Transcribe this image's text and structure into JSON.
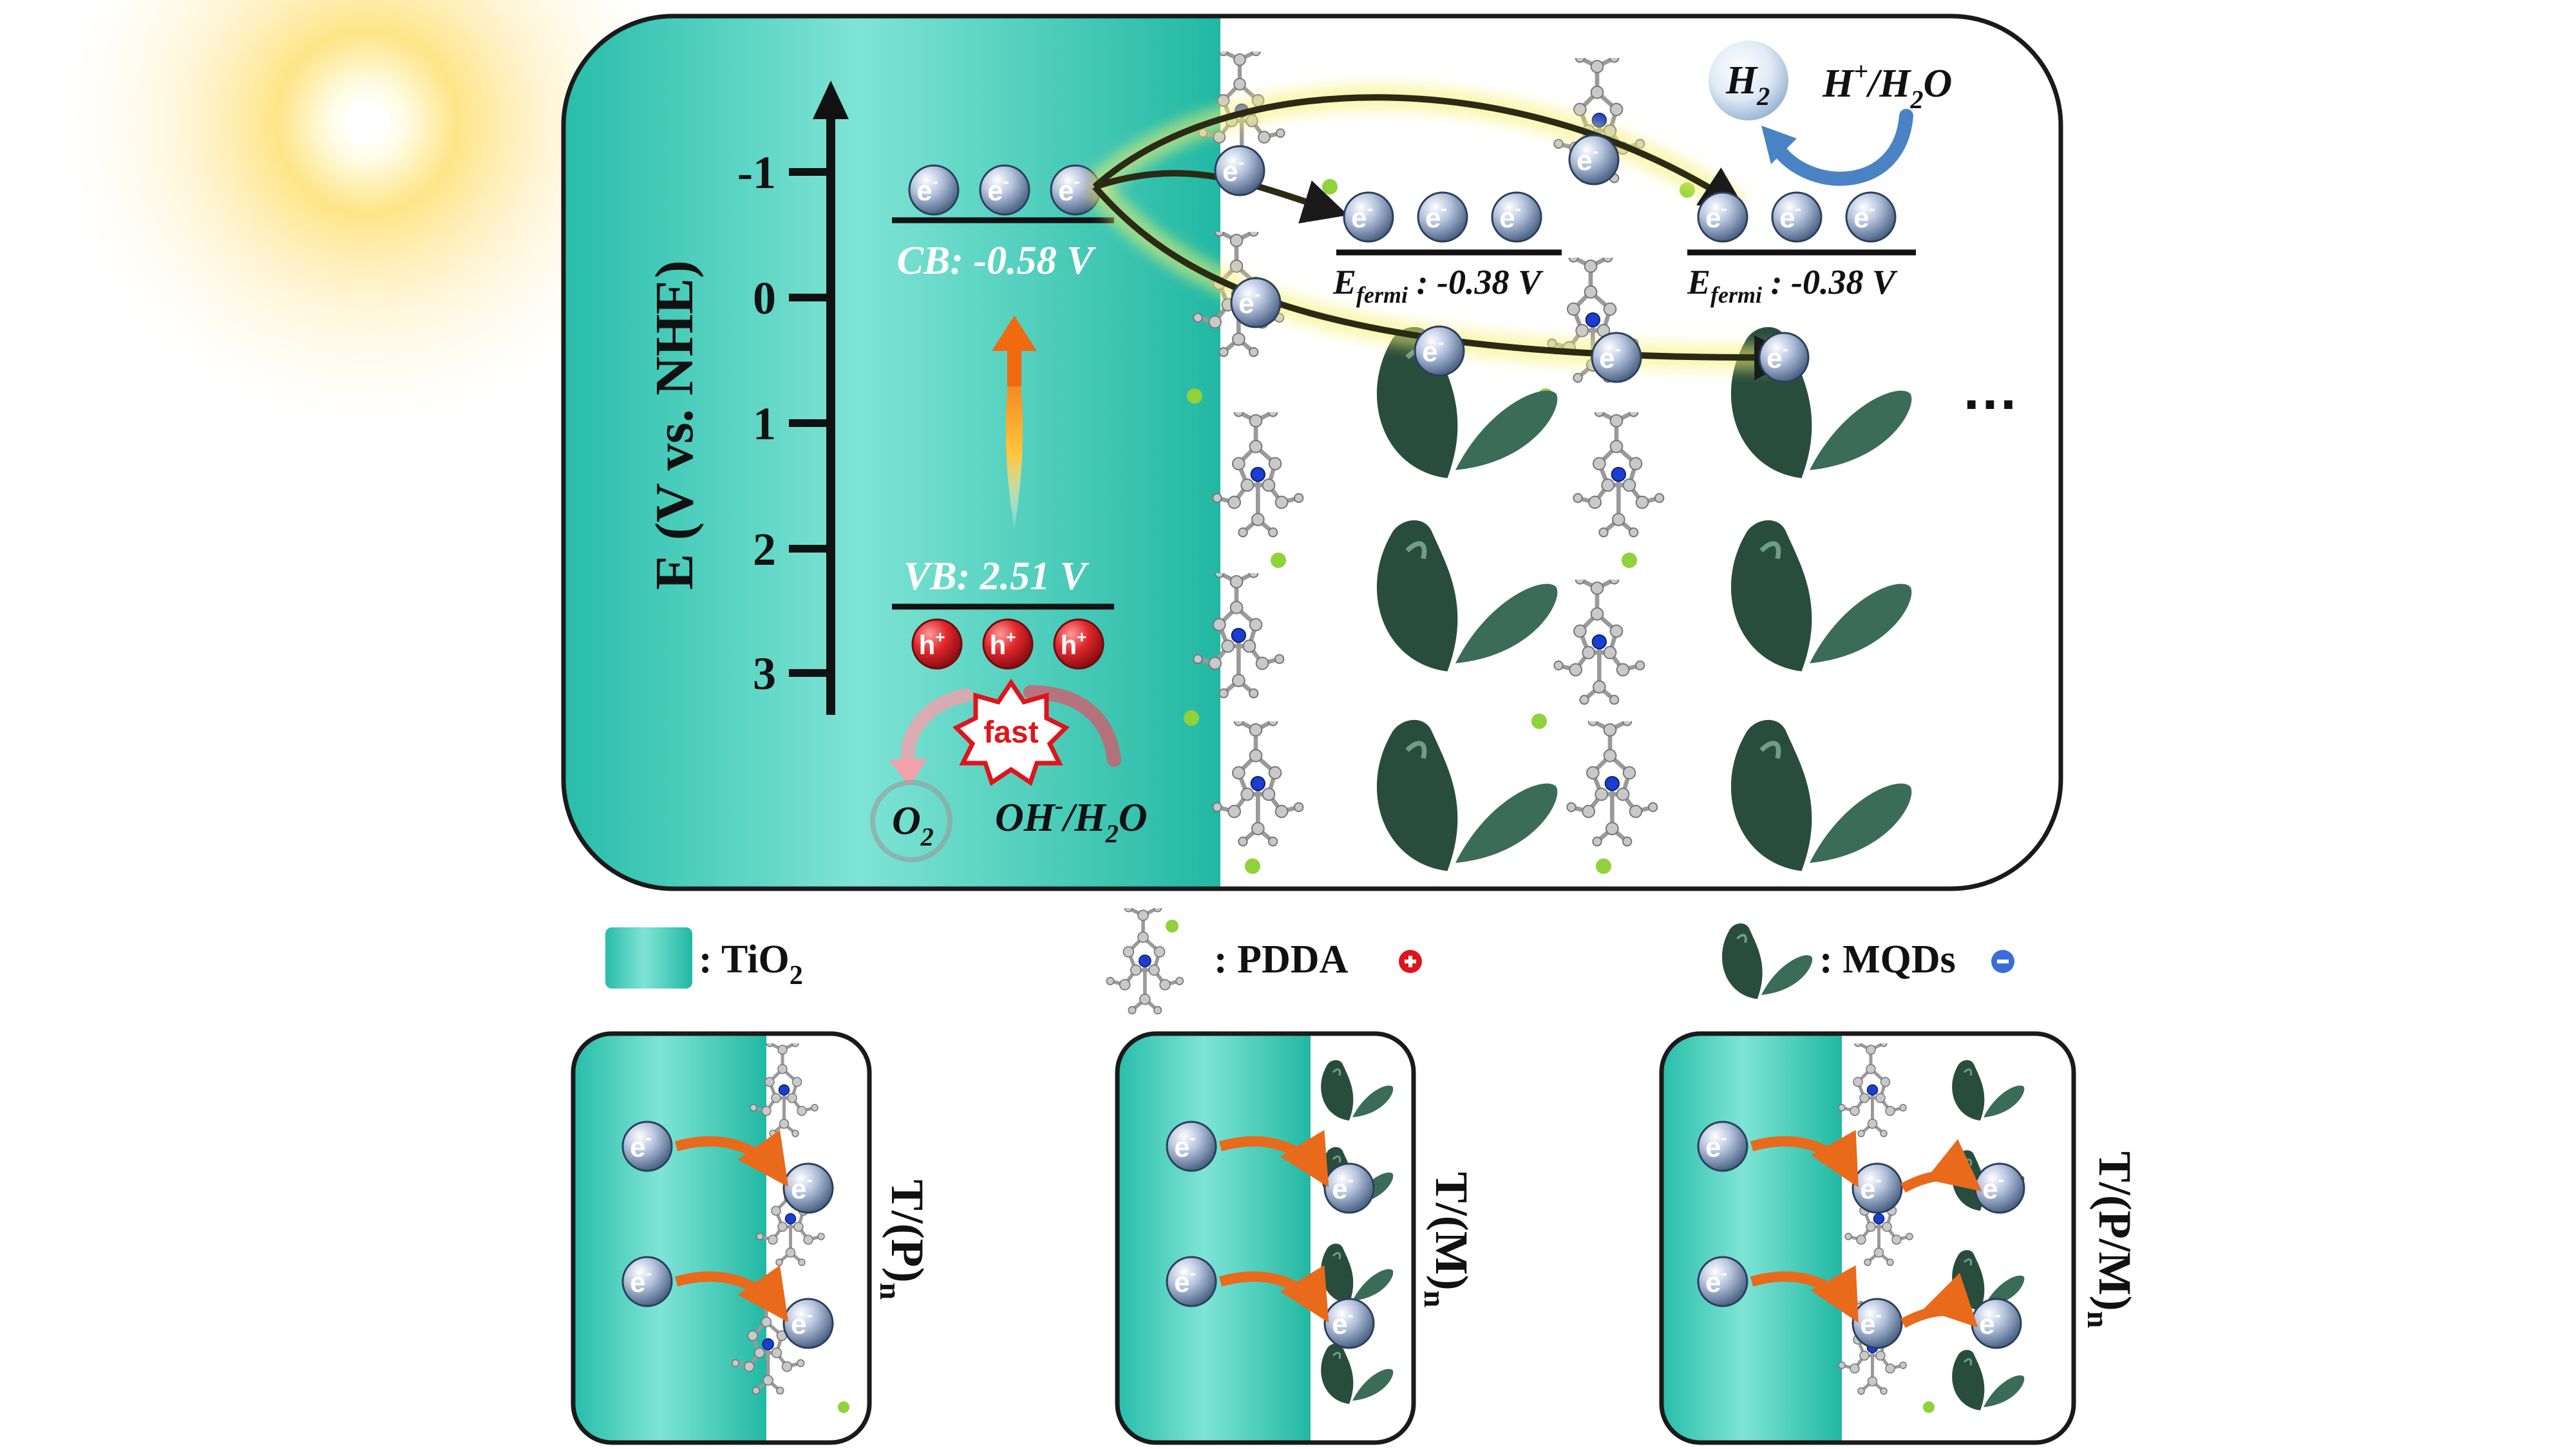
{
  "axis": {
    "label": "E (V vs. NHE)",
    "ticks": [
      "-1",
      "0",
      "1",
      "2",
      "3"
    ]
  },
  "levels": {
    "cb": "CB: -0.58 V",
    "vb": "VB: 2.51 V",
    "efermi_prefix": "E",
    "efermi_sub": "fermi",
    "efermi_value": " : -0.38 V"
  },
  "species": {
    "h2": "H",
    "h2_sub": "2",
    "h_plus": "H",
    "h_plus_sup": "+",
    "h_plus_rest": "/H",
    "h2o_sub": "2",
    "h2o_o": "O",
    "o2": "O",
    "o2_sub": "2",
    "oh": "OH",
    "oh_sup": "-",
    "oh_rest": "/H",
    "oh_h2o_sub": "2",
    "oh_o": "O"
  },
  "particles": {
    "electron": "e",
    "electron_sup": "-",
    "hole": "h",
    "hole_sup": "+",
    "fast": "fast"
  },
  "ellipsis": "…",
  "legend": {
    "tio2": ": TiO",
    "tio2_sub": "2",
    "pdda": ": PDDA",
    "mqds": ": MQDs"
  },
  "panels": {
    "p1": "T/(P)",
    "p1_sub": "n",
    "p2": "T/(M)",
    "p2_sub": "n",
    "p3": "T/(P/M)",
    "p3_sub": "n"
  },
  "colors": {
    "tio2": "#2fc2b0",
    "tio2_light": "#8ee9dc",
    "mqd": "#2f5a48",
    "electron": "#8fa3c8",
    "hole": "#d8262a",
    "arrow_yellow": "#f2ea34",
    "arrow_orange": "#f07a22"
  }
}
